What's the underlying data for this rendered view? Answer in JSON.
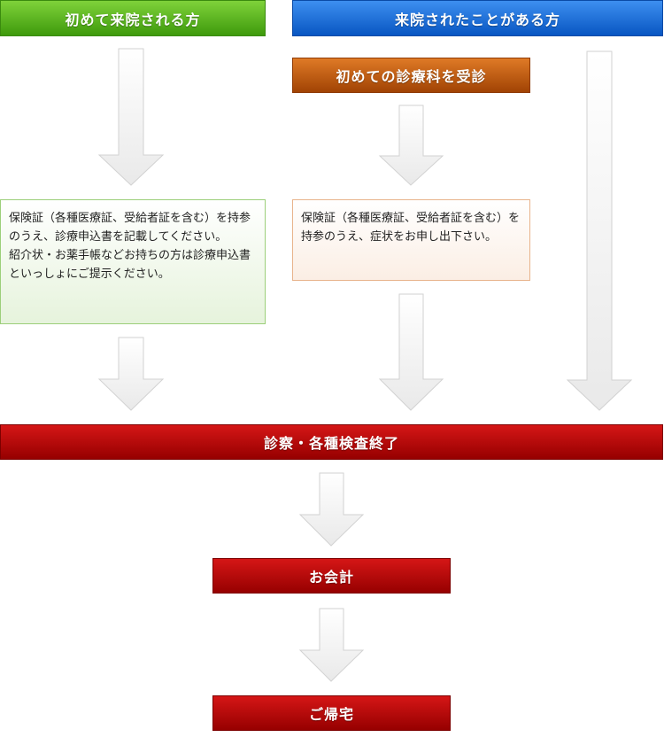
{
  "headers": {
    "first_visit": "初めて来院される方",
    "returning": "来院されたことがある方",
    "first_department": "初めての診療科を受診"
  },
  "notes": {
    "first_visit": {
      "line1": "保険証（各種医療証、受給者証を含む）を持参のうえ、診療申込書を記載してください。",
      "line2": "紹介状・お薬手帳などお持ちの方は診療申込書といっしょにご提示ください。"
    },
    "first_department": "保険証（各種医療証、受給者証を含む）を持参のうえ、症状をお申し出下さい。"
  },
  "steps": {
    "exam_complete": "診察・各種検査終了",
    "payment": "お会計",
    "go_home": "ご帰宅"
  },
  "colors": {
    "green": "#4caa18",
    "blue": "#0a63d2",
    "orange": "#c15c12",
    "red": "#b50a0a",
    "arrow": "#f0f0f0"
  }
}
